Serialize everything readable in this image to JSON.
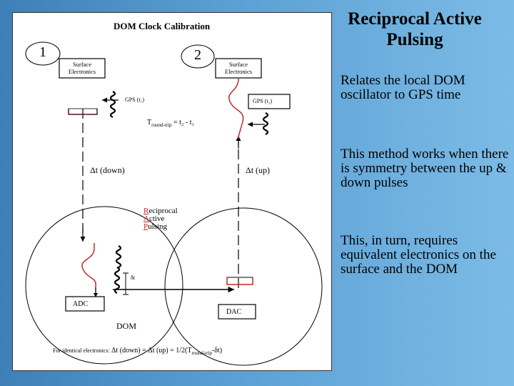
{
  "slide": {
    "title_line1": "Reciprocal Active",
    "title_line2": "Pulsing",
    "bullets": [
      "Relates the local DOM oscillator to GPS time",
      "This method works when there is symmetry between the up & down pulses",
      "This, in turn, requires equivalent electronics on the surface and the DOM"
    ]
  },
  "figure": {
    "title": "DOM Clock Calibration",
    "step1": "1",
    "step2": "2",
    "surface_label_line1": "Surface",
    "surface_label_line2": "Electronics",
    "gps_t1": "GPS (t₁)",
    "gps_t2": "GPS (t₂)",
    "round_trip": "T",
    "round_trip_sub": "round-trip",
    "round_trip_eq": " = t₂ - t₁",
    "dt_down": "Δt (down)",
    "dt_up": "Δt (up)",
    "rap_lines": [
      {
        "first": "R",
        "rest": "eciprocal"
      },
      {
        "first": "A",
        "rest": "ctive"
      },
      {
        "first": "P",
        "rest": "ulsing"
      }
    ],
    "delta_t": "δt",
    "adc": "ADC",
    "dac": "DAC",
    "dom": "DOM",
    "formula_prefix": "For identical electronics:",
    "formula_main": "Δt (down) = Δt (up) = 1/2(T",
    "formula_sub": "round-trip",
    "formula_end": "-δt)"
  },
  "colors": {
    "background_left": "#3e7fb8",
    "background_right": "#7cbbe6",
    "pulse": "#c1272d",
    "accent_letters": "#c1272d"
  },
  "icons": [
    "arrow",
    "coil",
    "pulse-waveform"
  ]
}
